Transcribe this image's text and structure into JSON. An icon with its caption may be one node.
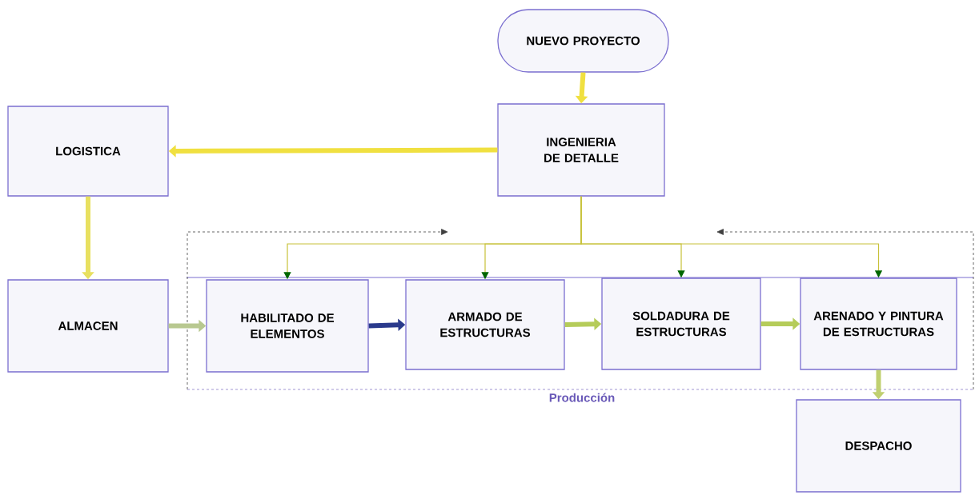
{
  "diagram": {
    "nodes": [
      {
        "text": [
          "NUEVO PROYECTO"
        ]
      },
      {
        "text": [
          "INGENIERIA DE DETALLE"
        ]
      },
      {
        "text": [
          "LOGISTICA"
        ]
      },
      {
        "text": [
          "ALMACEN"
        ]
      },
      {
        "text": [
          "Producción"
        ]
      },
      {
        "text": [
          "HABILITADO DE ELEMENTOS"
        ],
        "in": 4
      },
      {
        "text": [
          "ARMADO DE ESTRUCTURAS"
        ],
        "in": 4
      },
      {
        "text": [
          "SOLDADURA DE ESTRUCTURAS"
        ],
        "in": 4
      },
      {
        "text": [
          "ARENADO Y PINTURA DE ESTRUCTURAS"
        ],
        "in": 4
      },
      {
        "text": [
          "DESPACHO"
        ]
      }
    ],
    "edges": [
      {
        "from": 0,
        "to": 1,
        "arrow": "to",
        "color": "#f0e040"
      },
      {
        "from": 1,
        "to": 2,
        "arrow": "to",
        "color": "#f0e040"
      },
      {
        "from": 2,
        "to": 3,
        "arrow": "to",
        "color": "#e8e060"
      },
      {
        "from": 1,
        "to": 5,
        "arrow": "to",
        "color": "#c8c23a"
      },
      {
        "from": 1,
        "to": 6,
        "arrow": "to",
        "color": "#c8c23a"
      },
      {
        "from": 1,
        "to": 7,
        "arrow": "to",
        "color": "#c8c23a"
      },
      {
        "from": 1,
        "to": 8,
        "arrow": "to",
        "color": "#c8c23a"
      },
      {
        "from": 3,
        "to": 5,
        "arrow": "to",
        "color": "#b8c890"
      },
      {
        "from": 5,
        "to": 6,
        "arrow": "to",
        "color": "#2a3a8c"
      },
      {
        "from": 6,
        "to": 7,
        "arrow": "to",
        "color": "#b5cc5a"
      },
      {
        "from": 7,
        "to": 8,
        "arrow": "to",
        "color": "#b5cc5a"
      },
      {
        "from": 8,
        "to": 9,
        "arrow": "to",
        "color": "#c0d070"
      }
    ]
  }
}
